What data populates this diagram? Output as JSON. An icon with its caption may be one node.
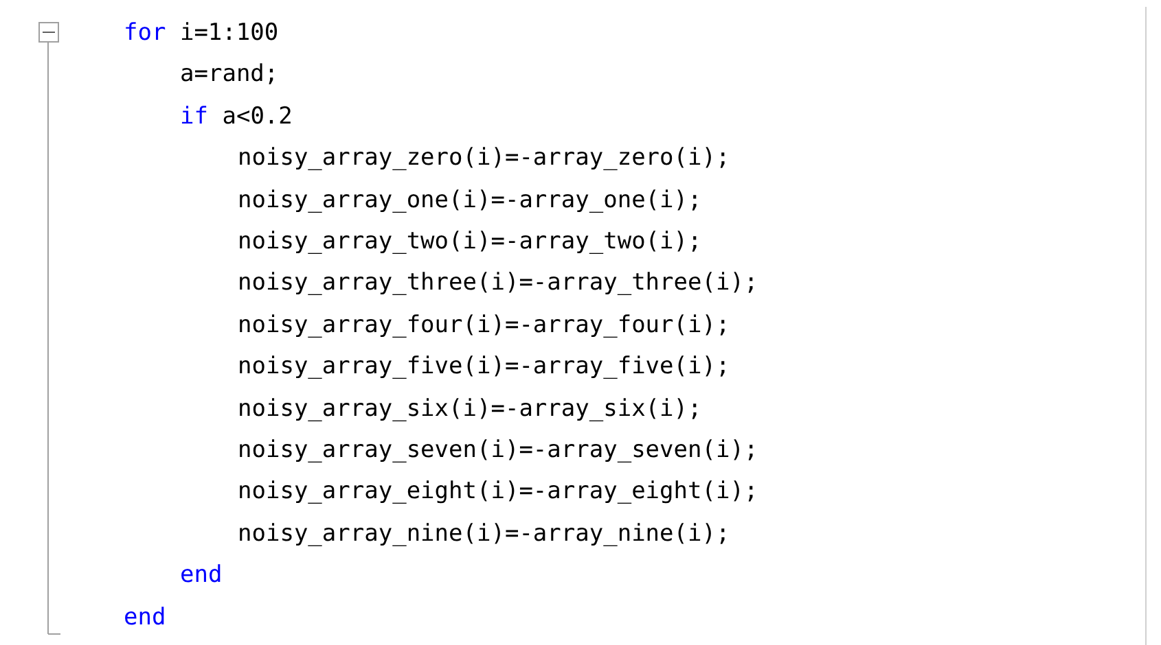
{
  "diagram": {
    "labels": [
      "for i=1:100",
      "a=rand;",
      "if a<0.2",
      "noisy_array_zero(i)=-array_zero(i);",
      "noisy_array_one(i)=-array_one(i);",
      "noisy_array_two(i)=-array_two(i);",
      "noisy_array_three(i)=-array_three(i);",
      "noisy_array_four(i)=-array_four(i);",
      "noisy_array_five(i)=-array_five(i);",
      "noisy_array_six(i)=-array_six(i);",
      "noisy_array_seven(i)=-array_seven(i);",
      "noisy_array_eight(i)=-array_eight(i);",
      "noisy_array_nine(i)=-array_nine(i);",
      "end",
      "end"
    ]
  }
}
